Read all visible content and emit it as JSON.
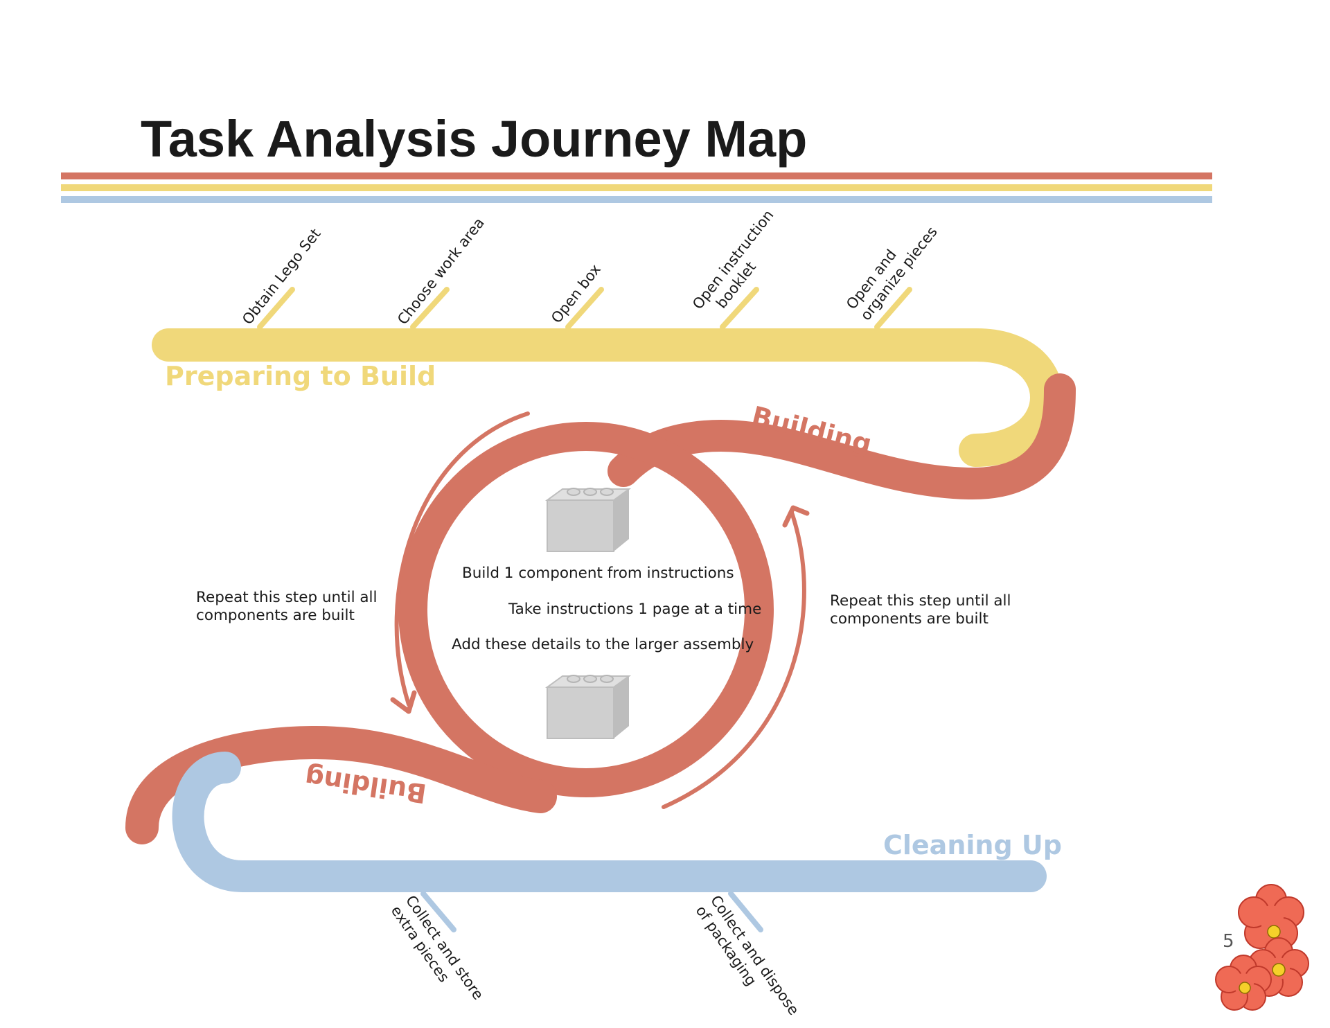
{
  "title": "Task Analysis Journey Map",
  "page_number": "5",
  "colors": {
    "red": "#d47563",
    "yellow": "#f0d87a",
    "blue": "#aec8e2",
    "brick": "#c8c8c8",
    "flower": "#ef6a55",
    "flower_center": "#f5d02a"
  },
  "phases": {
    "preparing": "Preparing to Build",
    "building_top": "Building",
    "building_bottom": "Building",
    "cleaning": "Cleaning Up"
  },
  "preparing_steps": [
    {
      "lines": [
        "Obtain Lego Set"
      ]
    },
    {
      "lines": [
        "Choose work area"
      ]
    },
    {
      "lines": [
        "Open box"
      ]
    },
    {
      "lines": [
        "Open instruction",
        "booklet"
      ]
    },
    {
      "lines": [
        "Open and",
        "organize pieces"
      ]
    }
  ],
  "building_loop": {
    "lines": [
      "Build 1 component from instructions",
      "Take instructions 1 page at a time",
      "Add these details to the larger assembly"
    ],
    "repeat_left": [
      "Repeat this step until all",
      "components are built"
    ],
    "repeat_right": [
      "Repeat this step until all",
      "components are built"
    ]
  },
  "cleaning_steps": [
    {
      "lines": [
        "Collect and store",
        "extra pieces"
      ]
    },
    {
      "lines": [
        "Collect and dispose",
        "of packaging"
      ]
    }
  ],
  "icons": [
    "lego-brick-icon",
    "lego-brick-icon",
    "flower-icon"
  ]
}
